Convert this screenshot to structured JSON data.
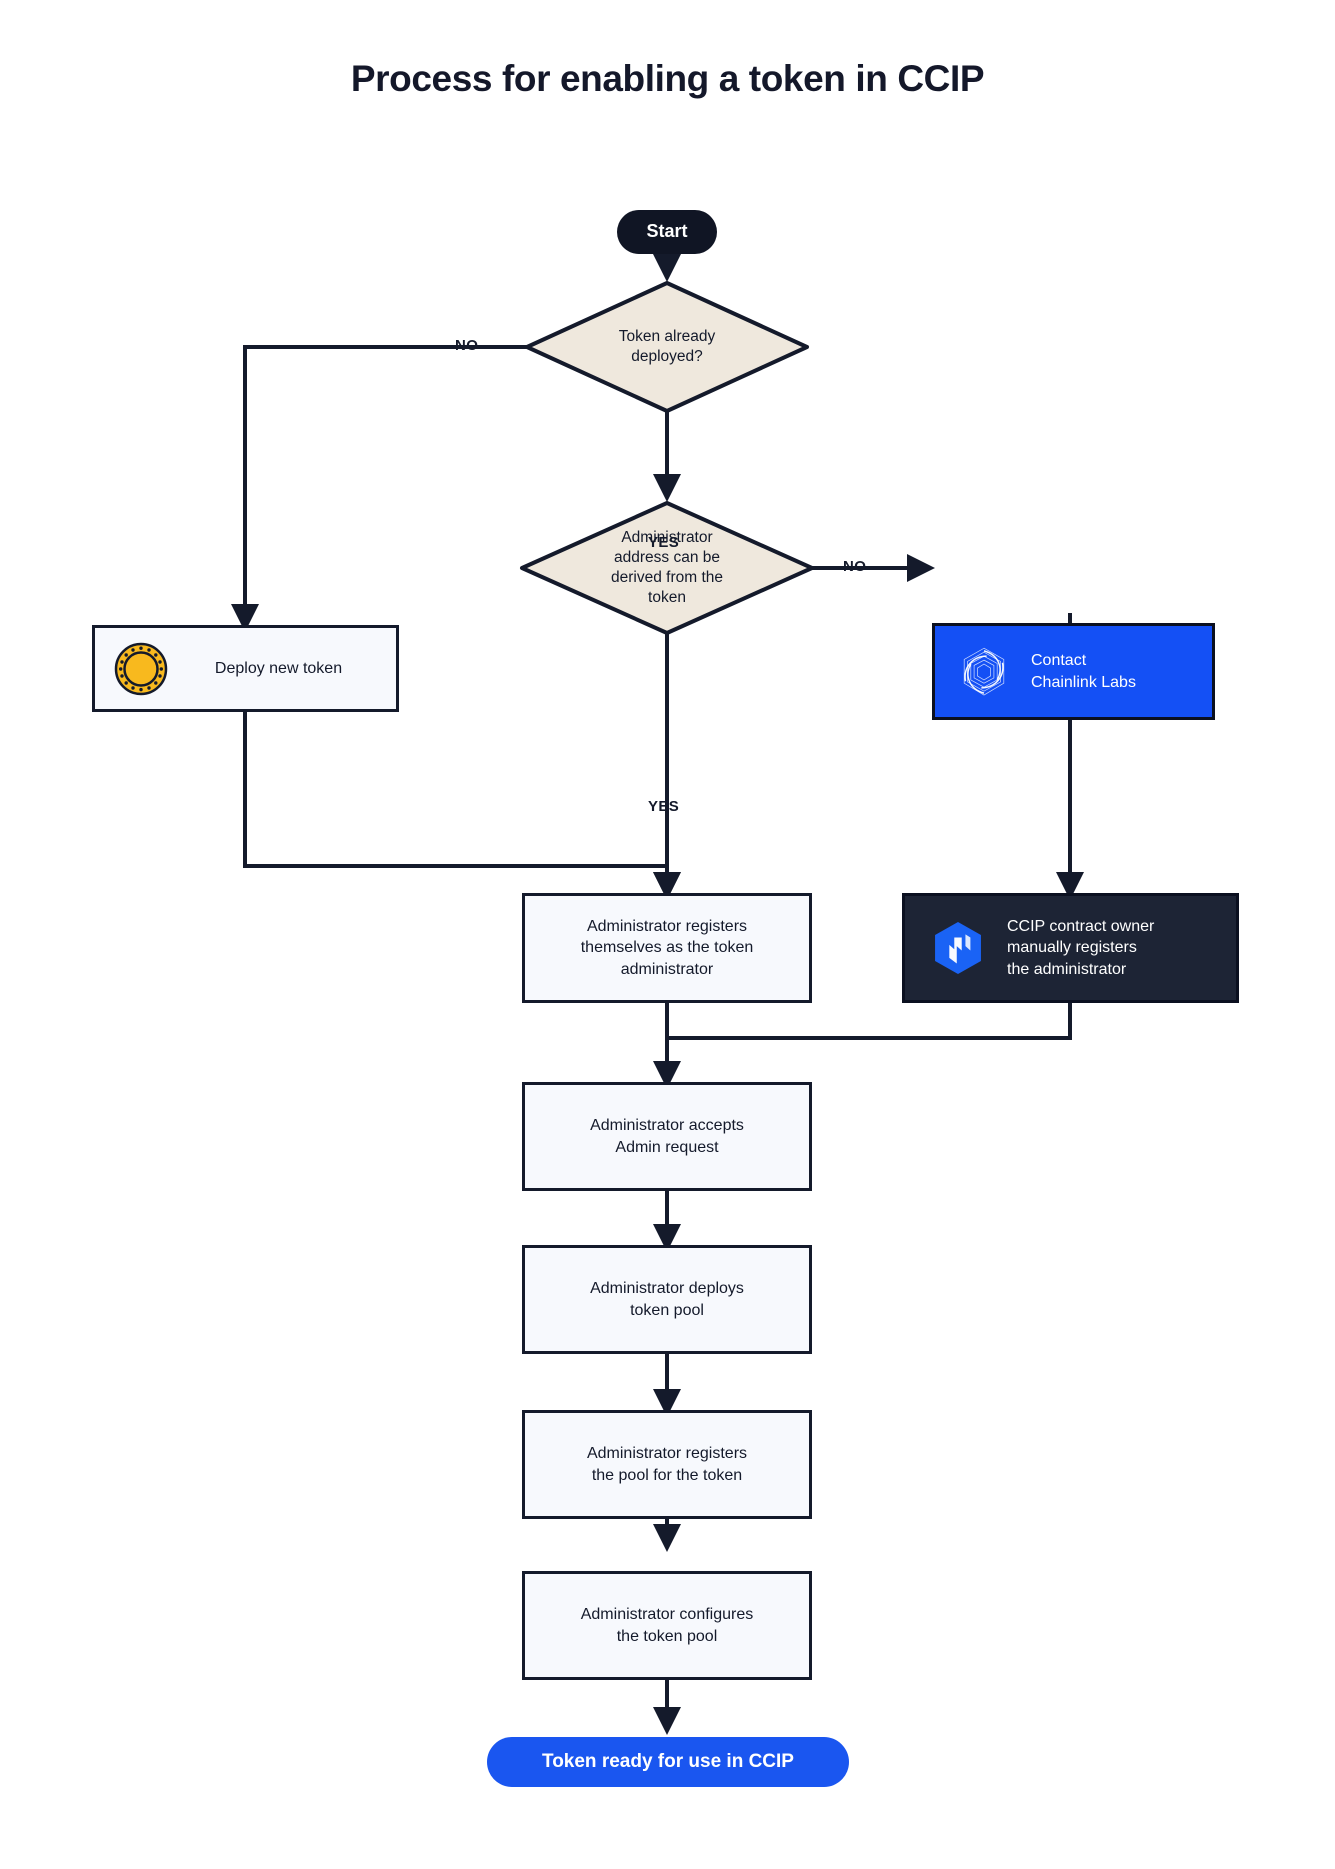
{
  "title": "Process for enabling a token in CCIP",
  "colors": {
    "background": "#ffffff",
    "ink": "#141a2b",
    "diamond_fill": "#efe8dd",
    "box_fill": "#f7f9fd",
    "blue": "#1450f5",
    "dark_navy": "#1d2435",
    "coin_gold": "#f8b91e",
    "start_pill": "#101524",
    "finish_pill": "#1a56f0"
  },
  "nodes": {
    "start": {
      "label": "Start",
      "shape": "pill",
      "style": "dark"
    },
    "decision_token_deployed": {
      "label": "Token already deployed?",
      "shape": "diamond",
      "lines": [
        "Token already",
        "deployed?"
      ]
    },
    "deploy_new_token": {
      "label": "Deploy new token",
      "shape": "rect",
      "icon": "gold-coin-icon"
    },
    "decision_admin_derivable": {
      "label": "Administrator address can be derived from the token",
      "shape": "diamond",
      "lines": [
        "Administrator",
        "address can be",
        "derived from the",
        "token"
      ]
    },
    "contact_chainlink_labs": {
      "label": "Contact Chainlink Labs",
      "shape": "rect",
      "style": "blue",
      "icon": "chainlink-spiral-icon",
      "lines": [
        "Contact",
        "Chainlink Labs"
      ]
    },
    "admin_registers_self": {
      "label": "Administrator registers themselves as the token administrator",
      "shape": "rect",
      "lines": [
        "Administrator registers",
        "themselves as the token",
        "administrator"
      ]
    },
    "ccip_owner_registers": {
      "label": "CCIP contract owner manually registers the administrator",
      "shape": "rect",
      "style": "dark",
      "icon": "ccip-hex-icon",
      "lines": [
        "CCIP contract owner",
        "manually registers",
        "the administrator"
      ]
    },
    "admin_accepts_request": {
      "label": "Administrator accepts Admin request",
      "shape": "rect",
      "lines": [
        "Administrator accepts",
        "Admin request"
      ]
    },
    "admin_deploys_pool": {
      "label": "Administrator deploys token pool",
      "shape": "rect",
      "lines": [
        "Administrator deploys",
        "token pool"
      ]
    },
    "admin_registers_pool": {
      "label": "Administrator registers the pool for the token",
      "shape": "rect",
      "lines": [
        "Administrator registers",
        "the pool for the token"
      ]
    },
    "admin_configures_pool": {
      "label": "Administrator configures the token pool",
      "shape": "rect",
      "lines": [
        "Administrator configures",
        "the token pool"
      ]
    },
    "token_ready": {
      "label": "Token ready for use in CCIP",
      "shape": "pill",
      "style": "blue"
    }
  },
  "edge_labels": {
    "deployed_no": "NO",
    "deployed_yes": "YES",
    "derivable_no": "NO",
    "derivable_yes": "YES"
  }
}
